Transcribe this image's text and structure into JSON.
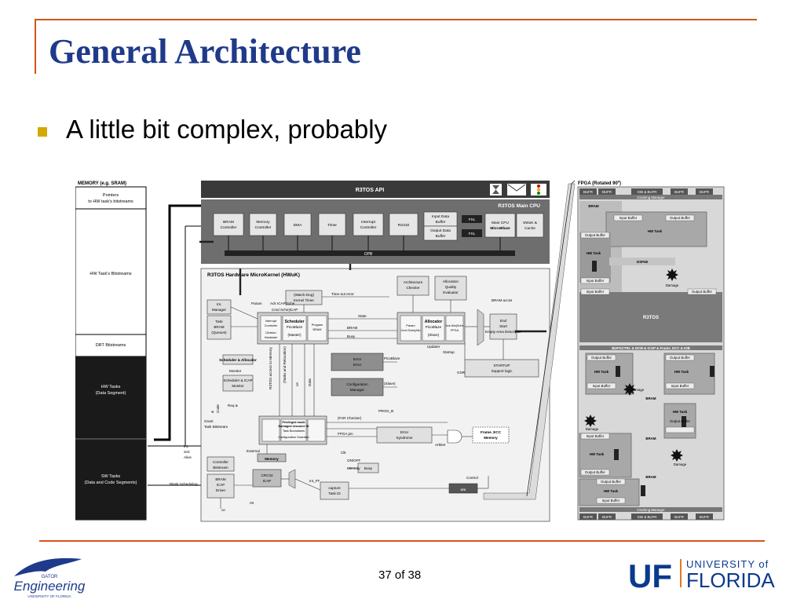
{
  "slide": {
    "title": "General Architecture",
    "bullet": "A little bit complex, probably",
    "page": "37 of 38"
  },
  "colors": {
    "accent_line": "#d4541a",
    "title": "#1f3a8a",
    "bullet": "#d4a800",
    "uf_blue": "#0b3a8c",
    "uf_orange": "#e87722"
  },
  "memory": {
    "title": "MEMORY (e.g. SRAM)",
    "sections": [
      "Pointers",
      "to HW task's bitstreams",
      "HW Task's Bitstreams",
      "DRT Bitstreams",
      "HW Tasks",
      "(Data Segment)",
      "SW Tasks",
      "(Data and Code Segments)"
    ]
  },
  "api": {
    "label": "R3TOS API"
  },
  "cpu": {
    "title": "R3TOS Main CPU",
    "blocks": [
      "BRAM",
      "Controller",
      "Memory",
      "Controller",
      "DMA",
      "Timer",
      "Interrupt",
      "Controller",
      "RS232",
      "Input Data",
      "Buffer",
      "Output Data",
      "Buffer",
      "FSL",
      "FSL",
      "Main CPU",
      "MicroBlaze",
      "SWuK &",
      "Cache"
    ],
    "bus": "OPB"
  },
  "hwuk": {
    "title": "R3TOS Hardware MicroKernel (HWuK)",
    "labels": [
      "Int.",
      "Manager",
      "Task",
      "BRAM",
      "(Queues)",
      "(Watch-Dog)",
      "Kernel Timer",
      "Time-out error",
      "Architecture",
      "Checker",
      "Allocation",
      "Quality",
      "Evaluator",
      "BRAM accss",
      "Scheduler",
      "PicoBlaze",
      "(Master)",
      "Interrupt",
      "Controller",
      "Division",
      "Hardware",
      "Program",
      "BRAM",
      "Allocator",
      "PicoBlaze",
      "(Slave)",
      "Param",
      "Cmd Sche|Allo",
      "Ack Allo|Sche",
      "FPGA",
      "State",
      "BRAM",
      "Busy",
      "End",
      "Start",
      "Empty Area Descriptor",
      "Updater",
      "Startup",
      "GSR",
      "STARTUP",
      "Support logic",
      "Scheduler & Allocator",
      "Monitor",
      "Scheduler & ICAP",
      "Monitor",
      "Error",
      "Error",
      "Configuration",
      "Manager",
      "PicoBlaze",
      "(Slave)",
      "Privileged mode",
      "Damaged resource ID",
      "Task Boundaries",
      "Configuration Guardian",
      "(FAR Checker)",
      "PROG_B",
      "FPGA pin",
      "Error",
      "Syndrome",
      "Frame_ECC",
      "Memory",
      "Arbiter",
      "External",
      "Memory",
      "Controller",
      "Bitstream",
      "BRAM",
      "ICAP",
      "Driver",
      "CRC32",
      "ICAP",
      "capture",
      "Task ID",
      "Busy",
      "crc",
      "rst",
      "ce",
      "Int_FF",
      "Clk",
      "ON/OFF",
      "Memory",
      "Req &",
      "Grant",
      "Task Bitstream",
      "Int.",
      "Sck",
      "Alive",
      "Blank Scheduling",
      "Param",
      "Ack ICAP|Sche",
      "Cmd Sche|ICAP",
      "R3TOS access to Memory",
      "(Tasks and Relocation)",
      "ce",
      "Data",
      "&",
      "Code",
      "Control"
    ]
  },
  "fpga": {
    "title": "FPGA (Rotated 90º)",
    "labels": [
      "BUFR",
      "BUFR",
      "IOB & BUFR",
      "BUFR",
      "BUFR",
      "Clocking Manager",
      "BRAM",
      "Input Buffer",
      "Output Buffer",
      "HW Task",
      "Output Buffer",
      "HW Task",
      "DSP48",
      "Damage",
      "Input Buffer",
      "Input Buffer",
      "Output Buffer",
      "R3TOS",
      "BUFGCTRL & DCM & ICAP & Frame_ECC & IOB",
      "Output Buffer",
      "Output Buffer",
      "HW Task",
      "HW Task",
      "Damage",
      "Input Buffer",
      "Input Buffer",
      "BRAM",
      "HW Task",
      "Output Buffer",
      "Damage",
      "Input Buffer",
      "BRAM",
      "HW Task",
      "Damage",
      "Output Buffer",
      "Output Buffer",
      "BRAM",
      "HW Task",
      "Input Buffer",
      "Clocking Manager",
      "BUFR",
      "BUFR",
      "IOB & BUFR",
      "BUFR",
      "BUFR"
    ]
  },
  "logos": {
    "gator_top": "GATOR",
    "gator_main": "Engineering",
    "gator_sub": "UNIVERSITY OF FLORIDA",
    "uf_mark": "UF",
    "uf_university": "UNIVERSITY of",
    "uf_florida": "FLORIDA"
  }
}
